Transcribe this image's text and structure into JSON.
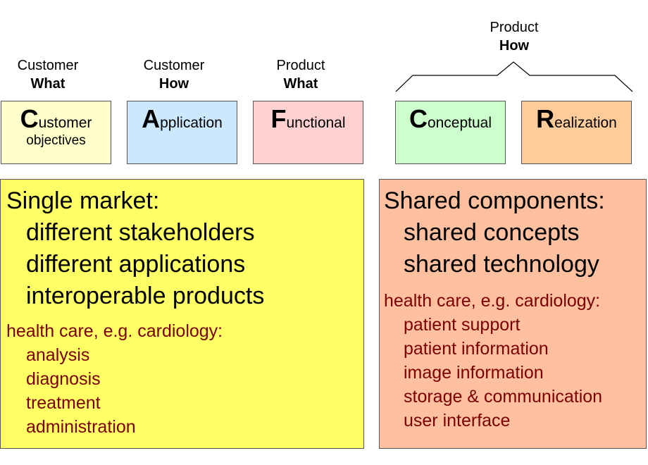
{
  "headers": [
    {
      "line1": "Customer",
      "line2": "What"
    },
    {
      "line1": "Customer",
      "line2": "How"
    },
    {
      "line1": "Product",
      "line2": "What"
    },
    {
      "line1": "Product",
      "line2": "How"
    }
  ],
  "boxes": [
    {
      "initial": "C",
      "rest": "ustomer",
      "sub": "objectives",
      "color": "#ffffcc"
    },
    {
      "initial": "A",
      "rest": "pplication",
      "color": "#cce8ff"
    },
    {
      "initial": "F",
      "rest": "unctional",
      "color": "#ffd0d0"
    },
    {
      "initial": "C",
      "rest": "onceptual",
      "color": "#ccffcc"
    },
    {
      "initial": "R",
      "rest": "ealization",
      "color": "#ffcc99"
    }
  ],
  "left_panel": {
    "color": "#ffff66",
    "heading": "Single market:",
    "points": [
      "different stakeholders",
      "different applications",
      "interoperable products"
    ],
    "example_heading": "health care, e.g. cardiology:",
    "examples": [
      "analysis",
      "diagnosis",
      "treatment",
      "administration"
    ]
  },
  "right_panel": {
    "color": "#ffc0a0",
    "heading": "Shared components:",
    "points": [
      "shared concepts",
      "shared technology"
    ],
    "example_heading": "health care, e.g. cardiology:",
    "examples": [
      "patient support",
      "patient information",
      "image information",
      "storage & communication",
      "user interface"
    ]
  },
  "colors": {
    "example_text": "#7a0000",
    "border": "#555555"
  }
}
